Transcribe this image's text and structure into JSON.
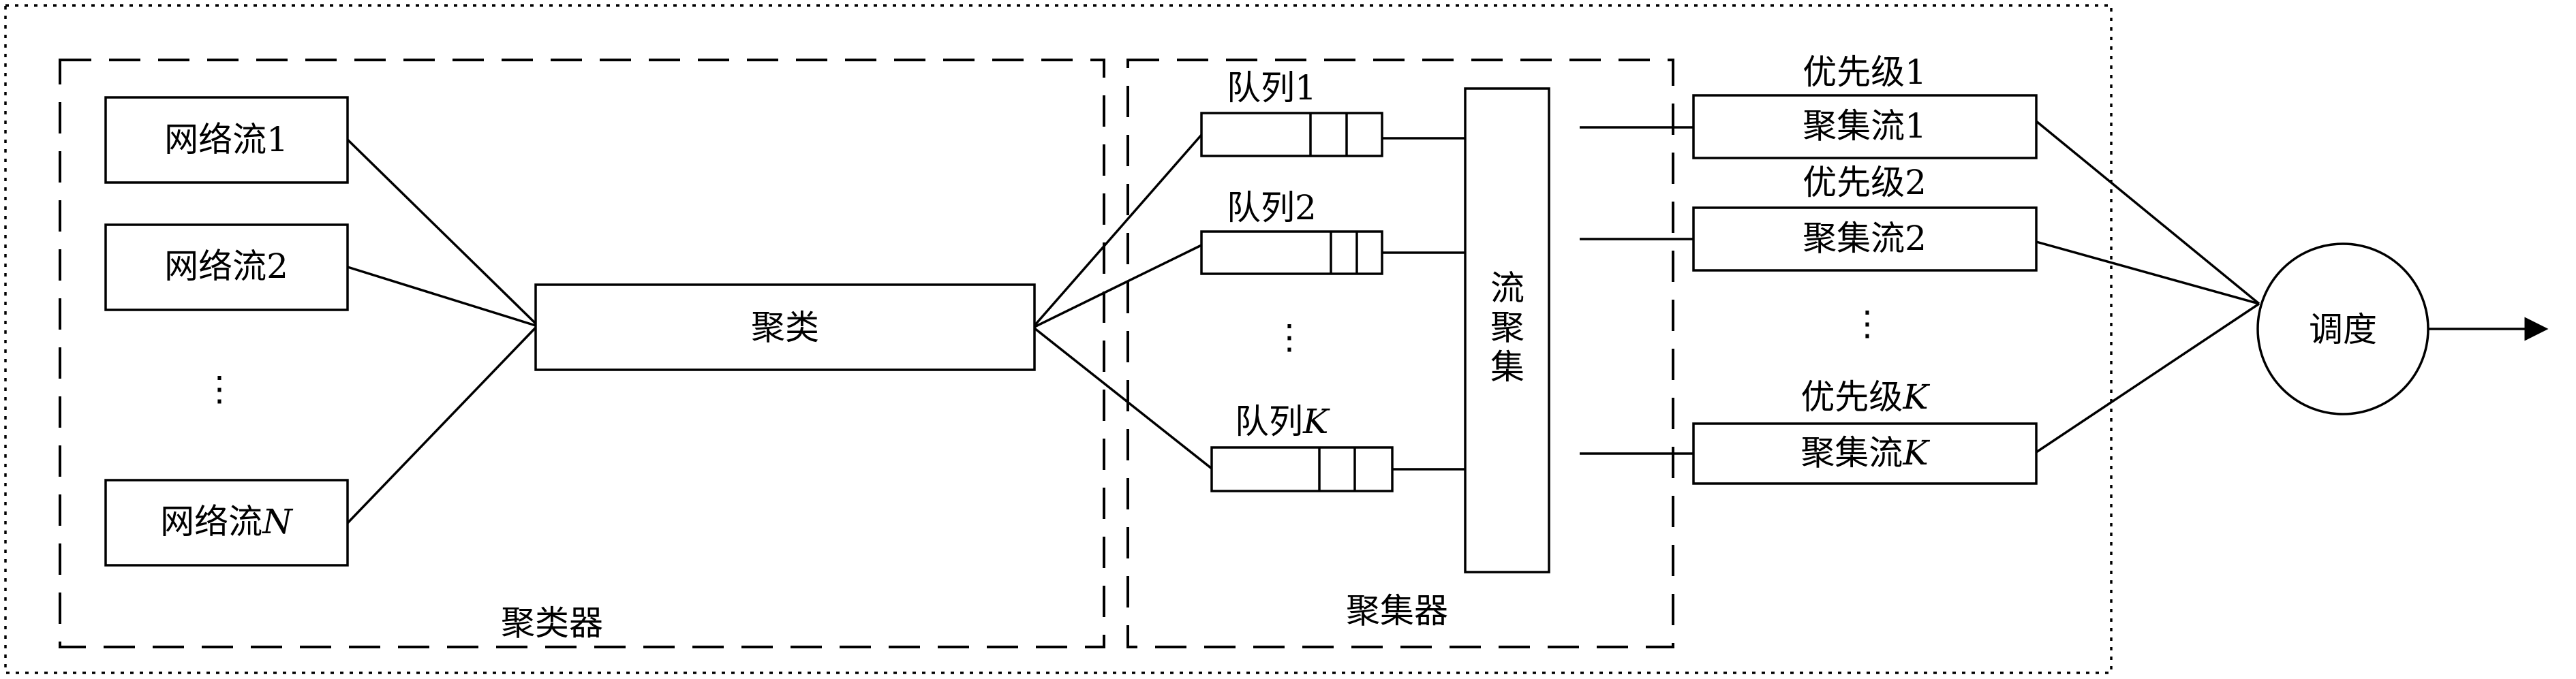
{
  "flows": {
    "items": [
      {
        "text": "网络流",
        "sub": "1"
      },
      {
        "text": "网络流",
        "sub": "2"
      },
      {
        "text": "网络流",
        "sub": "N"
      }
    ],
    "ellipsis": "⋮"
  },
  "cluster_label": "聚类",
  "classifier_label": "聚类器",
  "aggregator_label": "聚集器",
  "queues": {
    "items": [
      {
        "text": "队列",
        "sub": "1"
      },
      {
        "text": "队列",
        "sub": "2"
      },
      {
        "text": "队列",
        "sub": "K"
      }
    ],
    "ellipsis": "⋮"
  },
  "flow_aggregation_label": [
    "流",
    "聚",
    "集"
  ],
  "aggregated": {
    "items": [
      {
        "priority": "优先级",
        "priority_sub": "1",
        "text": "聚集流",
        "sub": "1"
      },
      {
        "priority": "优先级",
        "priority_sub": "2",
        "text": "聚集流",
        "sub": "2"
      },
      {
        "priority": "优先级",
        "priority_sub": "K",
        "text": "聚集流",
        "sub": "K"
      }
    ],
    "ellipsis": "⋮"
  },
  "scheduler_label": "调度"
}
